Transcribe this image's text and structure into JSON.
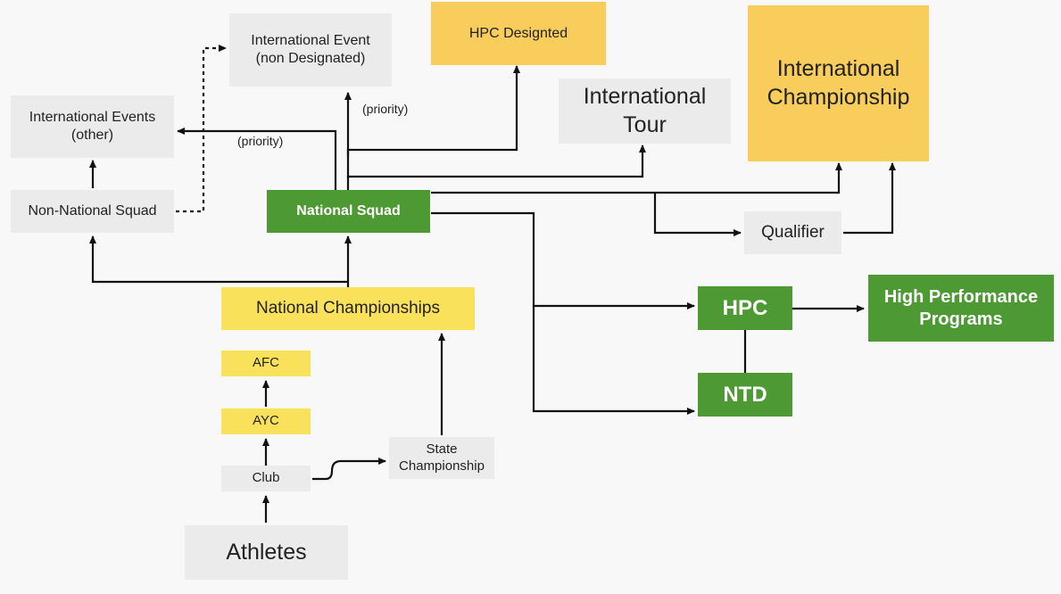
{
  "nodes": {
    "intl_event_non_desig": "International Event\n(non Designated)",
    "hpc_designated": "HPC Designted",
    "intl_championship": "International\nChampionship",
    "intl_tour": "International\nTour",
    "intl_events_other": "International Events\n(other)",
    "non_national_squad": "Non-National Squad",
    "national_squad": "National Squad",
    "qualifier": "Qualifier",
    "national_championships": "National Championships",
    "hpc": "HPC",
    "high_performance_programs": "High Performance\nPrograms",
    "afc": "AFC",
    "ayc": "AYC",
    "ntd": "NTD",
    "club": "Club",
    "state_championship": "State\nChampionship",
    "athletes": "Athletes"
  },
  "edge_labels": {
    "priority_up": "(priority)",
    "priority_left": "(priority)"
  }
}
